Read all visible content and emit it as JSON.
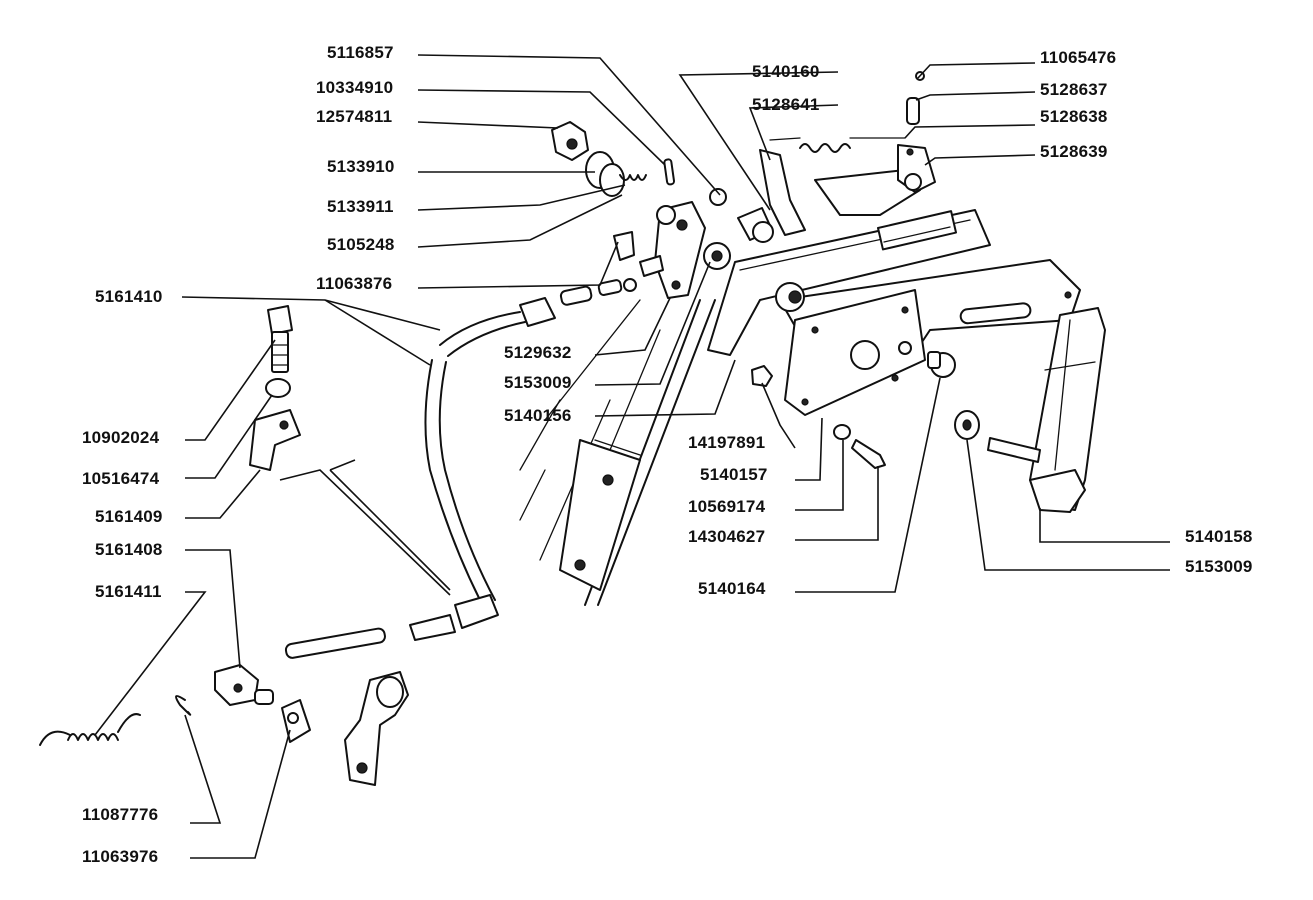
{
  "labels": {
    "p5116857": "5116857",
    "p10334910": "10334910",
    "p12574811": "12574811",
    "p5133910": "5133910",
    "p5133911": "5133911",
    "p5105248": "5105248",
    "p11063876": "11063876",
    "p5161410": "5161410",
    "p5129632": "5129632",
    "p5153009_a": "5153009",
    "p5140156": "5140156",
    "p10902024": "10902024",
    "p10516474": "10516474",
    "p5161409": "5161409",
    "p5161408": "5161408",
    "p5161411": "5161411",
    "p11087776": "11087776",
    "p11063976": "11063976",
    "p5140160": "5140160",
    "p5128641": "5128641",
    "p11065476": "11065476",
    "p5128637": "5128637",
    "p5128638": "5128638",
    "p5128639": "5128639",
    "p14197891": "14197891",
    "p5140157": "5140157",
    "p10569174": "10569174",
    "p14304627": "14304627",
    "p5140164": "5140164",
    "p5140158": "5140158",
    "p5153009_b": "5153009"
  }
}
